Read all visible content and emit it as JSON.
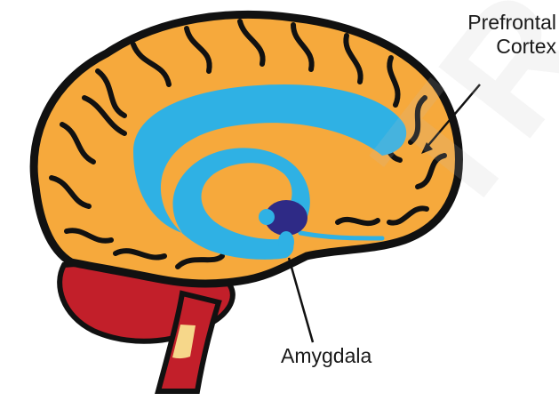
{
  "labels": {
    "prefrontal_line1": "Prefrontal",
    "prefrontal_line2": "Cortex",
    "amygdala": "Amygdala"
  },
  "watermark_text": "TRACO",
  "colors": {
    "cortex": "#f6a93c",
    "outline": "#111111",
    "cerebellum": "#c21f2a",
    "brainstem_highlight": "#f6d78a",
    "ventricle": "#2fb1e4",
    "amygdala": "#2e2a86",
    "pointer": "#111111"
  }
}
